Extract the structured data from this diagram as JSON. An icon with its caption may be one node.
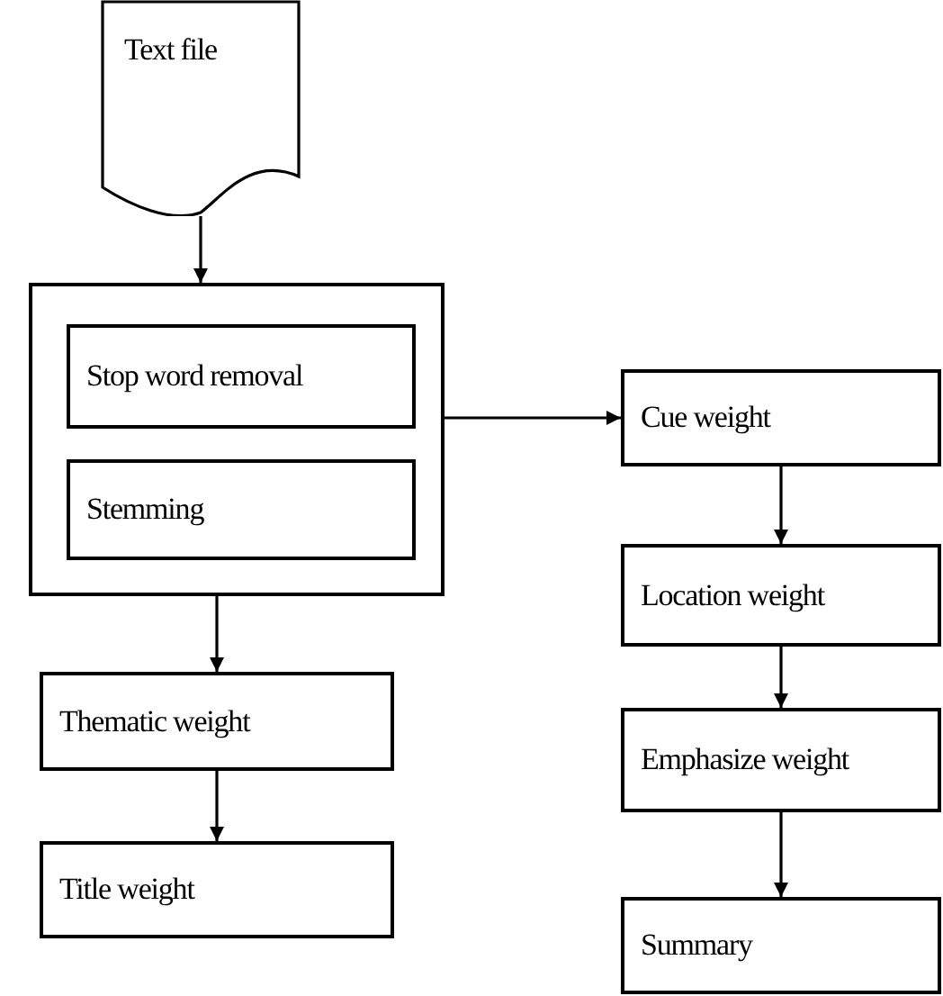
{
  "diagram": {
    "nodes": [
      {
        "text": [
          "Text file"
        ]
      },
      {
        "text": [],
        "shape": "box"
      },
      {
        "text": [
          "Stop word removal"
        ],
        "in": 1
      },
      {
        "text": [
          "Stemming"
        ],
        "in": 1
      },
      {
        "text": [
          "Cue weight"
        ]
      },
      {
        "text": [
          "Location weight"
        ]
      },
      {
        "text": [
          "Emphasize weight"
        ]
      },
      {
        "text": [
          "Summary"
        ]
      },
      {
        "text": [
          "Thematic weight"
        ]
      },
      {
        "text": [
          "Title weight"
        ]
      }
    ],
    "edges": [
      {
        "from": 0,
        "to": 1,
        "arrow": "to"
      },
      {
        "from": 1,
        "to": 4,
        "arrow": "to"
      },
      {
        "from": 4,
        "to": 5,
        "arrow": "to"
      },
      {
        "from": 5,
        "to": 6,
        "arrow": "to"
      },
      {
        "from": 6,
        "to": 7,
        "arrow": "to"
      },
      {
        "from": 1,
        "to": 8,
        "arrow": "to"
      },
      {
        "from": 8,
        "to": 9,
        "arrow": "to"
      }
    ]
  }
}
